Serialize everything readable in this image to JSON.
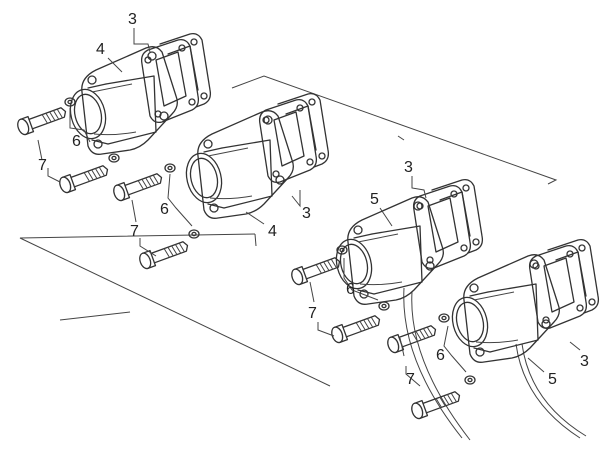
{
  "callouts": [
    {
      "id": "c1",
      "text": "3"
    },
    {
      "id": "c2",
      "text": "4"
    },
    {
      "id": "c3",
      "text": "6"
    },
    {
      "id": "c4",
      "text": "7"
    },
    {
      "id": "c5",
      "text": "6"
    },
    {
      "id": "c6",
      "text": "3"
    },
    {
      "id": "c7",
      "text": "7"
    },
    {
      "id": "c8",
      "text": "4"
    },
    {
      "id": "c9",
      "text": "3"
    },
    {
      "id": "c10",
      "text": "5"
    },
    {
      "id": "c11",
      "text": "6"
    },
    {
      "id": "c12",
      "text": "7"
    },
    {
      "id": "c13",
      "text": "6"
    },
    {
      "id": "c14",
      "text": "7"
    },
    {
      "id": "c15",
      "text": "5"
    },
    {
      "id": "c16",
      "text": "3"
    }
  ]
}
